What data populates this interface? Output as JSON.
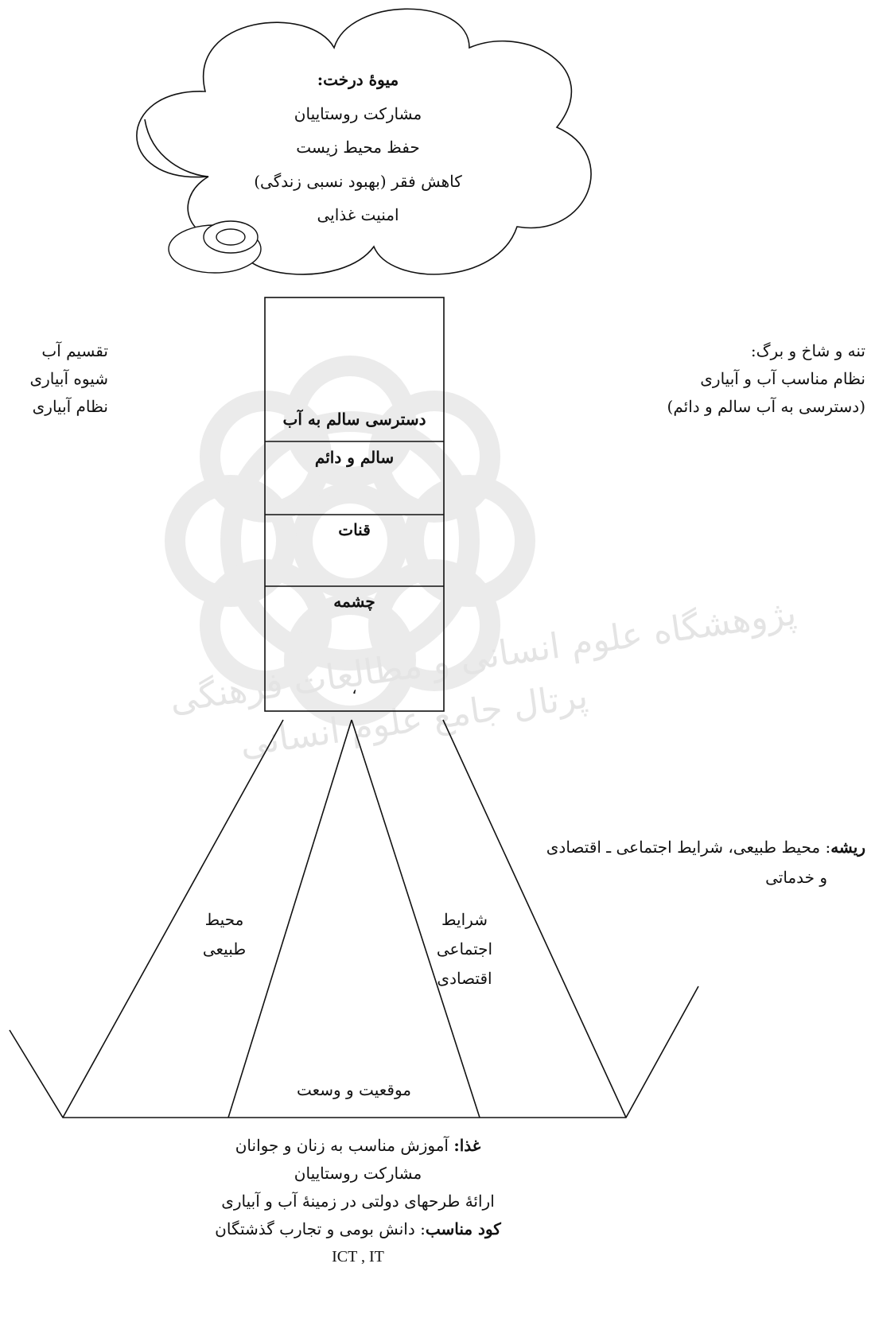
{
  "watermark": {
    "line1": "پژوهشگاه علوم انسانی و مطالعات فرهنگی",
    "line2": "پرتال جامع علوم انسانی"
  },
  "fruit": {
    "title": "میوهٔ درخت:",
    "items": [
      "مشارکت روستاییان",
      "حفظ محیط زیست",
      "کاهش فقر (بهبود نسبی زندگی)",
      "امنیت غذایی"
    ]
  },
  "left_labels": [
    "تقسیم آب",
    "شیوه آبیاری",
    "نظام آبیاری"
  ],
  "trunk_labels": {
    "title": "تنه و شاخ و برگ:",
    "lines": [
      "نظام مناسب آب و آبیاری",
      "(دسترسی به آب سالم و دائم)"
    ]
  },
  "trunk": {
    "cells": [
      "دسترسی سالم به آب",
      "سالم و دائم",
      "قنات",
      "چشمه"
    ],
    "dot": "،"
  },
  "root_label": {
    "title": "ریشه",
    "text": ": محیط طبیعی، شرایط اجتماعی ـ اقتصادی",
    "line2": "و خدماتی"
  },
  "roots": {
    "natural": [
      "محیط",
      "طبیعی"
    ],
    "social": [
      "شرایط",
      "اجتماعی",
      "اقتصادی"
    ],
    "location": "موقعیت و وسعت"
  },
  "food": {
    "food_title": "غذا:",
    "food_text": " آموزش مناسب به زنان و جوانان",
    "lines": [
      "مشارکت روستاییان",
      "ارائهٔ طرحهای دولتی در زمینهٔ آب و آبیاری"
    ],
    "fert_title": "کود مناسب",
    "fert_text": ": دانش بومی و تجارب گذشتگان",
    "ict": "ICT , IT"
  }
}
